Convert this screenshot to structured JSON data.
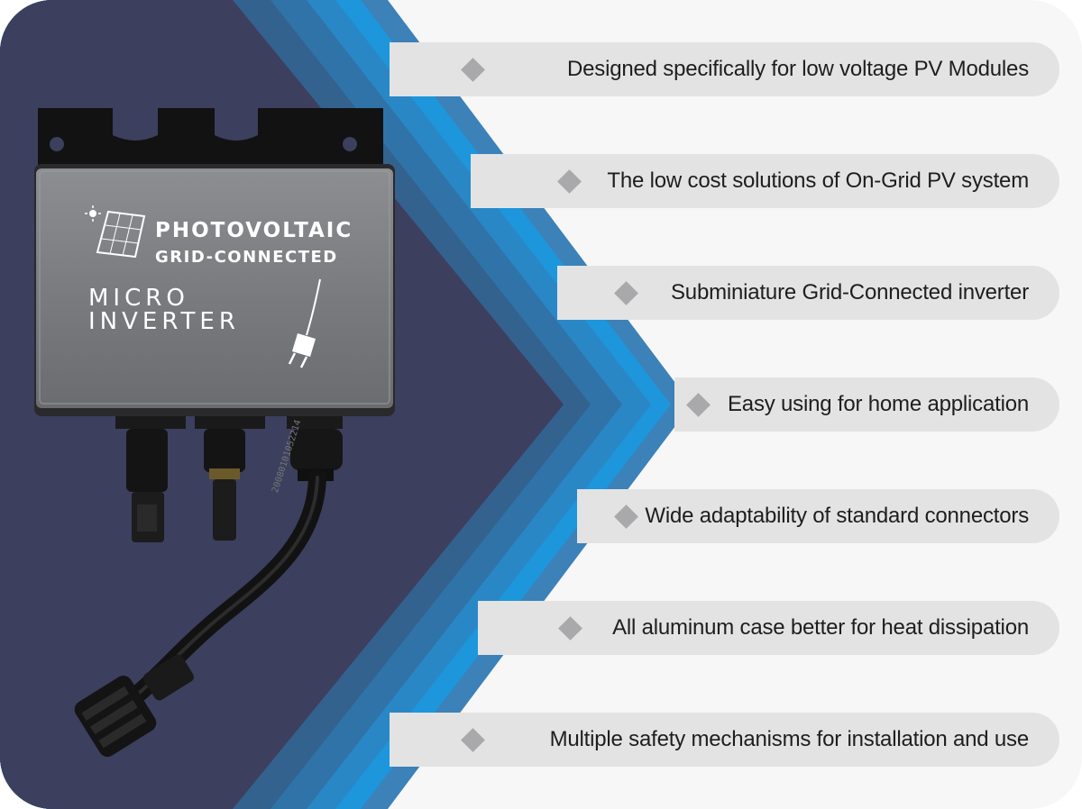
{
  "product": {
    "label_line1": "PHOTOVOLTAIC",
    "label_line2": "GRID-CONNECTED",
    "title_line1": "MICRO",
    "title_line2": "INVERTER",
    "cable_print": "20080101052214"
  },
  "features": [
    "Designed specifically for low voltage PV Modules",
    "The low cost solutions of On-Grid PV system",
    "Subminiature Grid-Connected inverter",
    "Easy using for home application",
    "Wide adaptability of standard connectors",
    "All aluminum case  better for heat dissipation",
    "Multiple safety mechanisms for installation and use"
  ],
  "colors": {
    "navy": "#3d4060",
    "blue_1": "#2f6fa3",
    "blue_2": "#2a82c1",
    "blue_3": "#1f95da",
    "bar": "#e3e3e4",
    "diamond": "#a9a9ab",
    "text": "#1e1e1e"
  },
  "icons": [
    "sun-icon",
    "solar-panel-icon",
    "plug-icon",
    "diamond-bullet-icon"
  ]
}
